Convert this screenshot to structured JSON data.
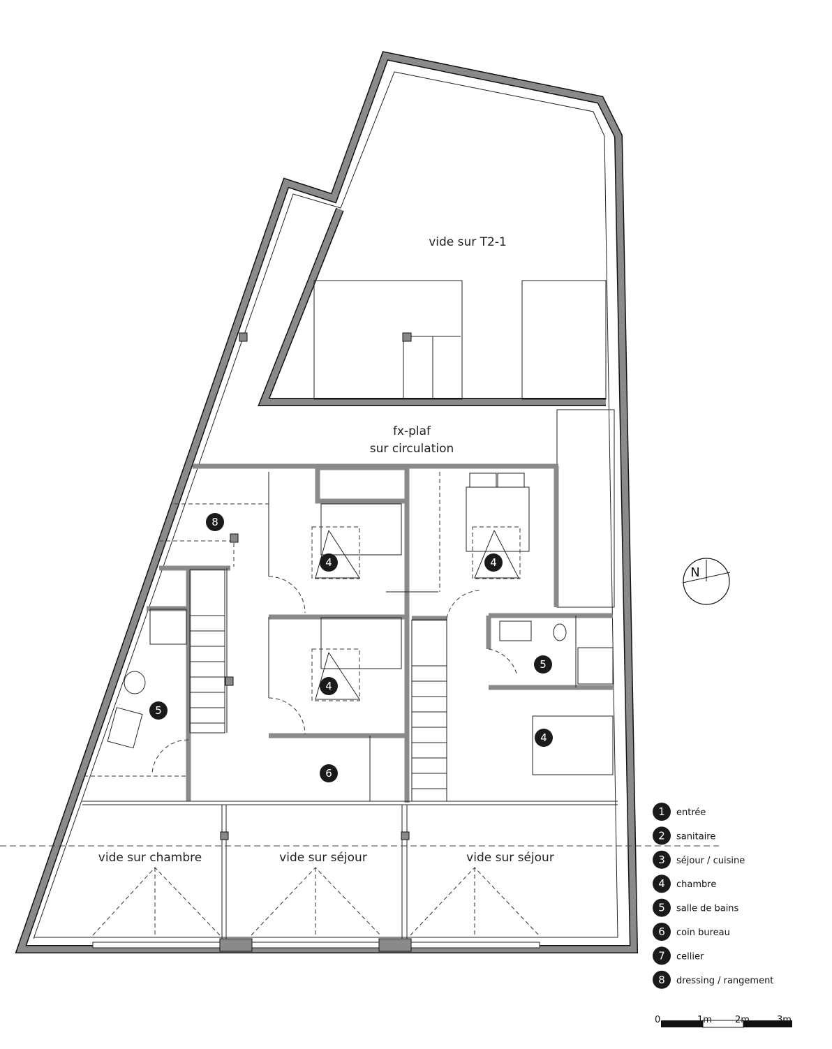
{
  "plan": {
    "zones": {
      "void_t2": "vide sur T2-1",
      "ceiling_line1": "fx-plaf",
      "ceiling_line2": "sur circulation",
      "void_bedroom": "vide sur chambre",
      "void_living1": "vide sur séjour",
      "void_living2": "vide sur séjour"
    },
    "room_markers": [
      "8",
      "4",
      "4",
      "4",
      "5",
      "5",
      "4",
      "6"
    ],
    "north_label": "N"
  },
  "legend": [
    {
      "num": "1",
      "label": "entrée"
    },
    {
      "num": "2",
      "label": "sanitaire"
    },
    {
      "num": "3",
      "label": "séjour / cuisine"
    },
    {
      "num": "4",
      "label": "chambre"
    },
    {
      "num": "5",
      "label": "salle de bains"
    },
    {
      "num": "6",
      "label": "coin bureau"
    },
    {
      "num": "7",
      "label": "cellier"
    },
    {
      "num": "8",
      "label": "dressing / rangement"
    }
  ],
  "scale": {
    "ticks": [
      "0",
      "1m",
      "2m",
      "3m"
    ]
  },
  "colors": {
    "wall": "#8a8a8a",
    "marker": "#1a1a1a"
  }
}
